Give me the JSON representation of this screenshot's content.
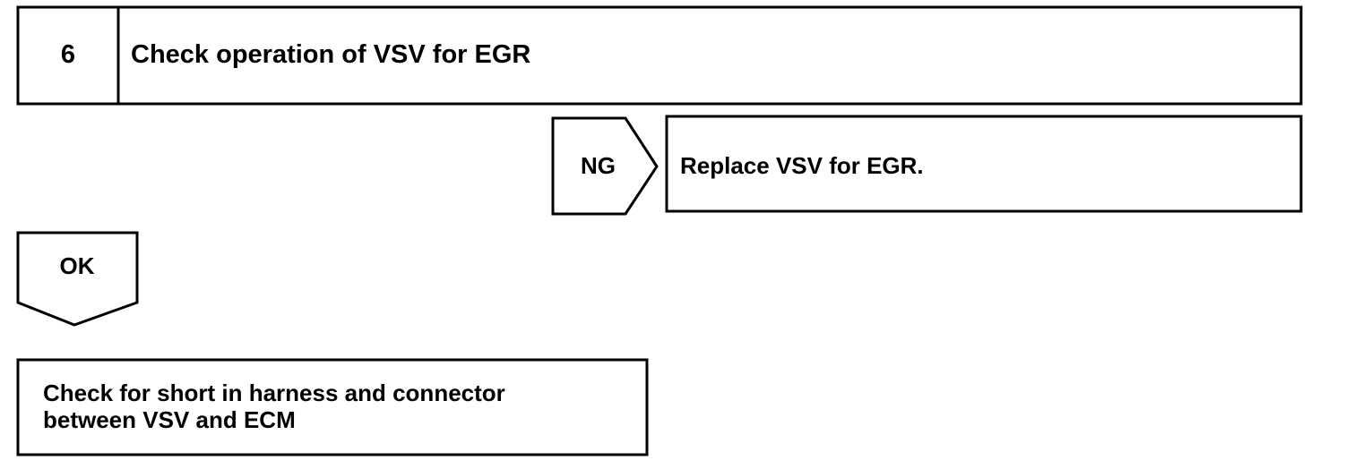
{
  "step": {
    "number": "6",
    "title": "Check operation of VSV for EGR"
  },
  "ng_branch": {
    "label": "NG",
    "action": "Replace VSV for EGR."
  },
  "ok_branch": {
    "label": "OK"
  },
  "next_check": {
    "line1": "Check for short in harness and connector",
    "line2": "between VSV and ECM"
  },
  "colors": {
    "stroke": "#000000",
    "background": "#ffffff"
  }
}
